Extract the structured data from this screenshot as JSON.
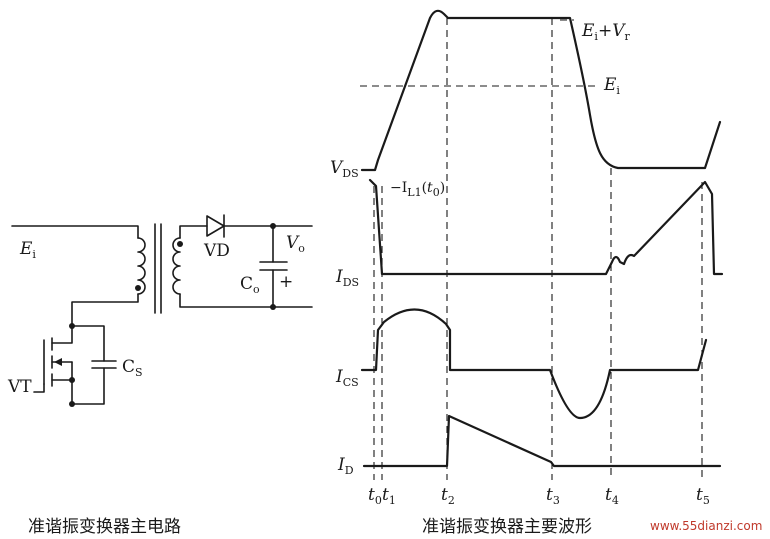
{
  "circuit": {
    "source_label": {
      "main": "E",
      "sub": "i"
    },
    "diode_label": "VD",
    "output_label": {
      "main": "V",
      "sub": "o"
    },
    "cap_out_label": {
      "main": "C",
      "sub": "o"
    },
    "cap_out_polarity": "+",
    "switch_label": "VT",
    "cap_s_label": {
      "main": "C",
      "sub": "S"
    }
  },
  "waveform": {
    "level_top": {
      "e": "E",
      "es": "i",
      "plus": "+",
      "v": "V",
      "vs": "r"
    },
    "level_ei": {
      "e": "E",
      "es": "i"
    },
    "vds": {
      "main": "V",
      "sub": "DS"
    },
    "ids": {
      "main": "I",
      "sub": "DS"
    },
    "ics": {
      "main": "I",
      "sub": "CS"
    },
    "id": {
      "main": "I",
      "sub": "D"
    },
    "il_note": {
      "pre": "−I",
      "sub": "L1",
      "paren_open": "(",
      "t": "t",
      "tsub": "0",
      "paren_close": ")"
    },
    "time_ticks": [
      {
        "t": "t",
        "sub": "0"
      },
      {
        "t": "t",
        "sub": "1"
      },
      {
        "t": "t",
        "sub": "2"
      },
      {
        "t": "t",
        "sub": "3"
      },
      {
        "t": "t",
        "sub": "4"
      },
      {
        "t": "t",
        "sub": "5"
      }
    ]
  },
  "captions": {
    "circuit": "准谐振变换器主电路",
    "waveform": "准谐振变换器主要波形"
  },
  "watermark": "www.55dianzi.com",
  "colors": {
    "ink": "#1a1a1a",
    "watermark": "#c0392b"
  }
}
